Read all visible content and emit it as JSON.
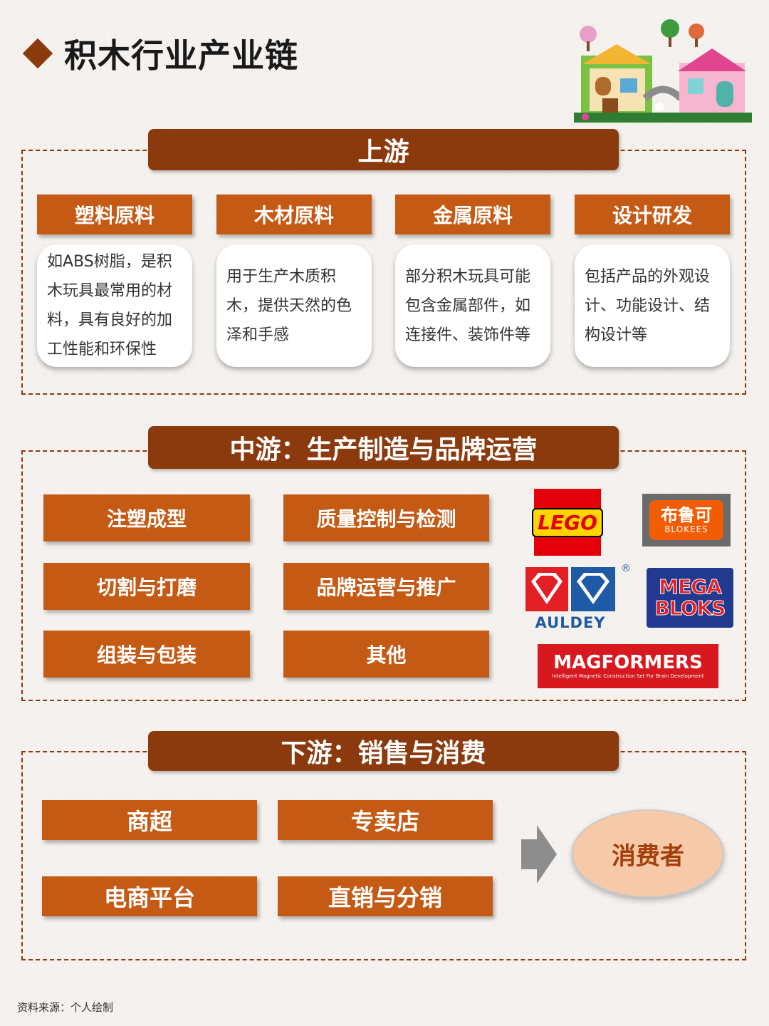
{
  "title": "积木行业产业链",
  "upstream": {
    "header": "上游",
    "categories": [
      {
        "label": "塑料原料",
        "desc": "如ABS树脂，是积木玩具最常用的材料，具有良好的加工性能和环保性"
      },
      {
        "label": "木材原料",
        "desc": "用于生产木质积木，提供天然的色泽和手感"
      },
      {
        "label": "金属原料",
        "desc": "部分积木玩具可能包含金属部件，如连接件、装饰件等"
      },
      {
        "label": "设计研发",
        "desc": "包括产品的外观设计、功能设计、结构设计等"
      }
    ]
  },
  "midstream": {
    "header": "中游：生产制造与品牌运营",
    "items": [
      "注塑成型",
      "质量控制与检测",
      "切割与打磨",
      "品牌运营与推广",
      "组装与包装",
      "其他"
    ],
    "brands": {
      "lego": "LEGO",
      "blokees_cn": "布鲁可",
      "blokees_en": "BLOKEES",
      "auldey": "AULDEY",
      "auldey_reg": "®",
      "mega_1": "MEGA",
      "mega_2": "BLOKS",
      "magformers": "MAGFORMERS",
      "magformers_tagline": "Intelligent Magnetic Construction Set For Brain Development"
    }
  },
  "downstream": {
    "header": "下游：销售与消费",
    "items": [
      "商超",
      "专卖店",
      "电商平台",
      "直销与分销"
    ],
    "consumer": "消费者"
  },
  "source": "资料来源：个人绘制",
  "colors": {
    "dark_brown": "#8b3a0e",
    "orange": "#c55a14",
    "peach": "#f6c9a9"
  }
}
